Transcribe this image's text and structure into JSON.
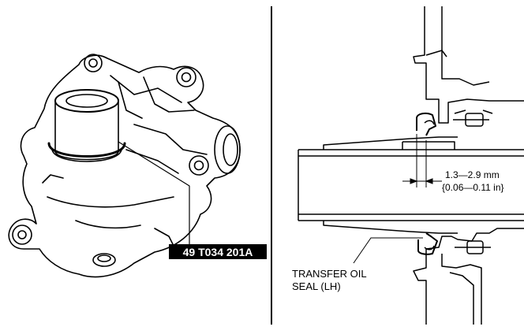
{
  "left_panel": {
    "tool_callout": "49 T034 201A"
  },
  "right_panel": {
    "dimension_mm": "1.3—2.9 mm",
    "dimension_in": "{0.06—0.11 in}",
    "seal_label_line1": "TRANSFER OIL",
    "seal_label_line2": "SEAL (LH)"
  },
  "colors": {
    "line": "#000000",
    "paper": "#ffffff",
    "callout_bg": "#000000",
    "callout_text": "#ffffff"
  }
}
